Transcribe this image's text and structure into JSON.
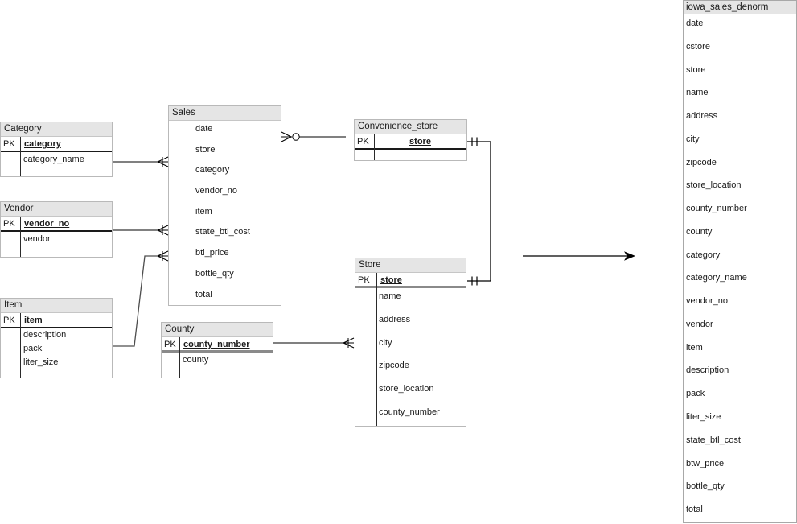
{
  "tables": {
    "category": {
      "title": "Category",
      "pk_label": "PK",
      "pk": "category",
      "fields": [
        "category_name"
      ]
    },
    "vendor": {
      "title": "Vendor",
      "pk_label": "PK",
      "pk": "vendor_no",
      "fields": [
        "vendor"
      ]
    },
    "item": {
      "title": "Item",
      "pk_label": "PK",
      "pk": "item",
      "fields": [
        "description",
        "pack",
        "liter_size"
      ]
    },
    "sales": {
      "title": "Sales",
      "fields": [
        "date",
        "store",
        "category",
        "vendor_no",
        "item",
        "state_btl_cost",
        "btl_price",
        "bottle_qty",
        "total"
      ]
    },
    "county": {
      "title": "County",
      "pk_label": "PK",
      "pk": "county_number",
      "fields": [
        "county"
      ]
    },
    "convenience_store": {
      "title": "Convenience_store",
      "pk_label": "PK",
      "pk": "store",
      "fields": []
    },
    "store": {
      "title": "Store",
      "pk_label": "PK",
      "pk": "store",
      "fields": [
        "name",
        "address",
        "city",
        "zipcode",
        "store_location",
        "county_number"
      ]
    },
    "iowa_sales_denorm": {
      "title": "iowa_sales_denorm",
      "fields": [
        "date",
        "cstore",
        "store",
        "name",
        "address",
        "city",
        "zipcode",
        "store_location",
        "county_number",
        "county",
        "category",
        "category_name",
        "vendor_no",
        "vendor",
        "item",
        "description",
        "pack",
        "liter_size",
        "state_btl_cost",
        "btw_price",
        "bottle_qty",
        "total"
      ]
    }
  },
  "colors": {
    "background": "#ffffff",
    "header_bg": "#e5e5e5",
    "table_border": "#b9b9b9",
    "line": "#000000",
    "soft_line": "#4d4d4d",
    "pk_underline_gray": "#8a8a8a",
    "text": "#1a1a1a"
  }
}
